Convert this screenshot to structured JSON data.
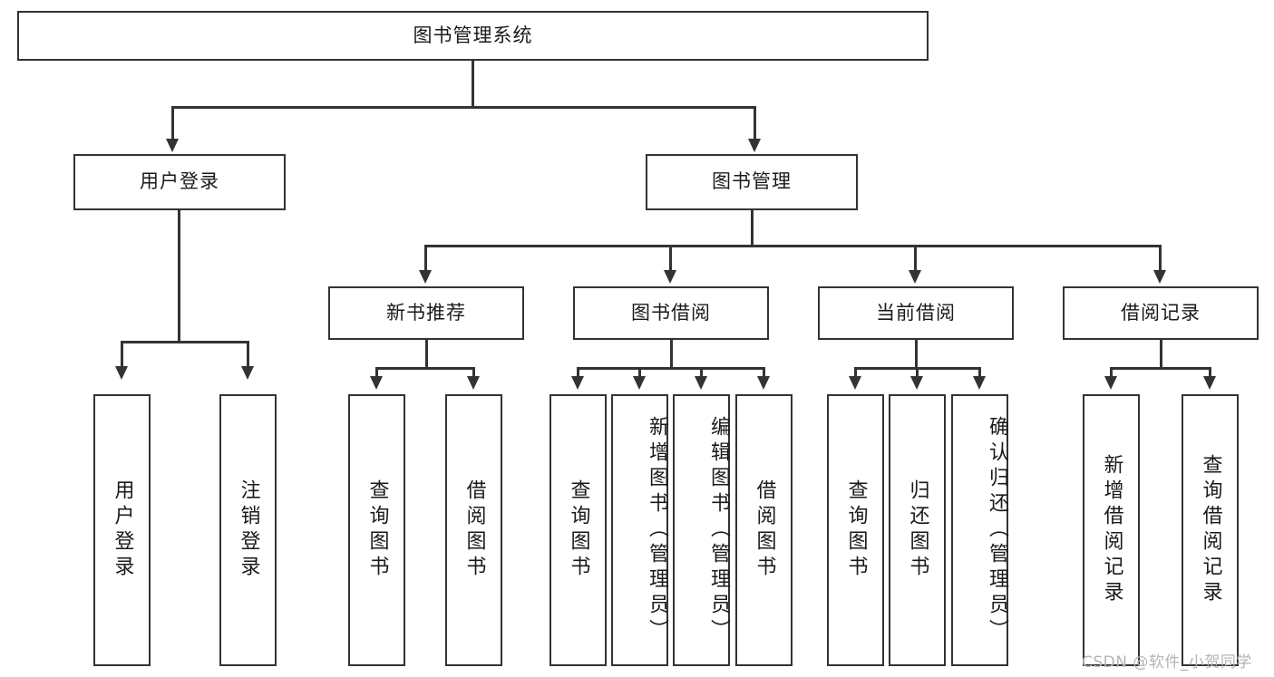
{
  "diagram": {
    "type": "tree",
    "title": "图书管理系统",
    "root": {
      "label": "图书管理系统"
    },
    "level2": [
      {
        "label": "用户登录"
      },
      {
        "label": "图书管理"
      }
    ],
    "level3": [
      {
        "label": "新书推荐"
      },
      {
        "label": "图书借阅"
      },
      {
        "label": "当前借阅"
      },
      {
        "label": "借阅记录"
      }
    ],
    "leaves": {
      "user_login": [
        {
          "label": "用户登录"
        },
        {
          "label": "注销登录"
        }
      ],
      "new_book_recommend": [
        {
          "label": "查询图书"
        },
        {
          "label": "借阅图书"
        }
      ],
      "book_borrow": [
        {
          "label": "查询图书"
        },
        {
          "label": "新增图书（管理员）"
        },
        {
          "label": "编辑图书（管理员）"
        },
        {
          "label": "借阅图书"
        }
      ],
      "current_borrow": [
        {
          "label": "查询图书"
        },
        {
          "label": "归还图书"
        },
        {
          "label": "确认归还（管理员）"
        }
      ],
      "borrow_record": [
        {
          "label": "新增借阅记录"
        },
        {
          "label": "查询借阅记录"
        }
      ]
    }
  },
  "watermark": {
    "text": "CSDN @软件_小贺同学"
  },
  "colors": {
    "stroke": "#333333",
    "background": "#ffffff",
    "text": "#1a1a1a",
    "watermark": "#b4b4b4"
  }
}
